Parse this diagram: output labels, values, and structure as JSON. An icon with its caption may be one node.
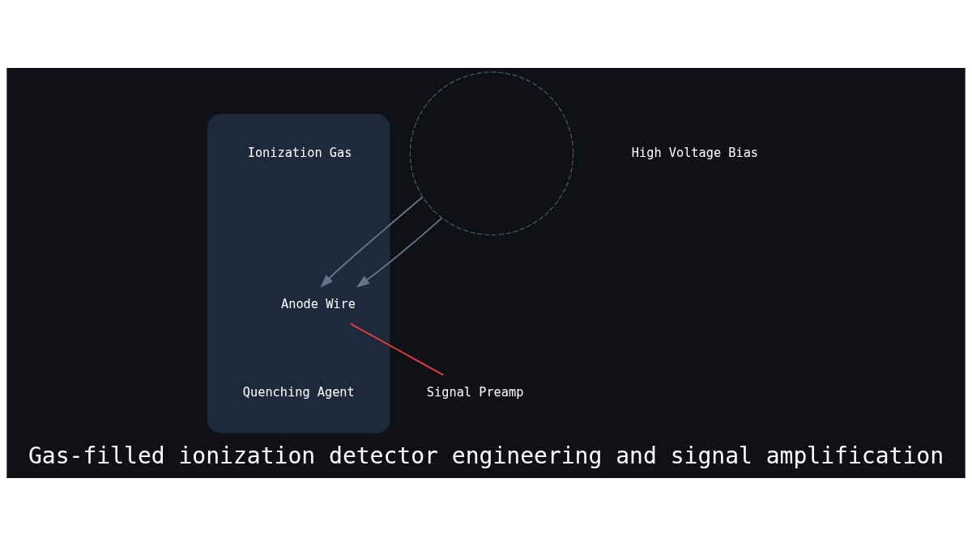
{
  "diagram": {
    "title": "Gas-filled ionization detector engineering and signal amplification",
    "nodes": [
      {
        "text": [],
        "shape": "bar"
      },
      {
        "text": [],
        "shape": "circle"
      },
      {
        "text": [
          "Ionization Gas"
        ],
        "in": 0
      },
      {
        "text": [
          "Anode Wire"
        ],
        "in": 0
      },
      {
        "text": [
          "Quenching Agent"
        ],
        "in": 0
      },
      {
        "text": [
          "High Voltage Bias"
        ]
      },
      {
        "text": [
          "Signal Preamp"
        ]
      }
    ],
    "edges": [
      {
        "from": 1,
        "to": 3,
        "arrow": "to"
      },
      {
        "from": 1,
        "to": 3,
        "arrow": "to"
      },
      {
        "from": 3,
        "to": 6,
        "arrow": "none",
        "color": "#e53e3e"
      }
    ]
  }
}
